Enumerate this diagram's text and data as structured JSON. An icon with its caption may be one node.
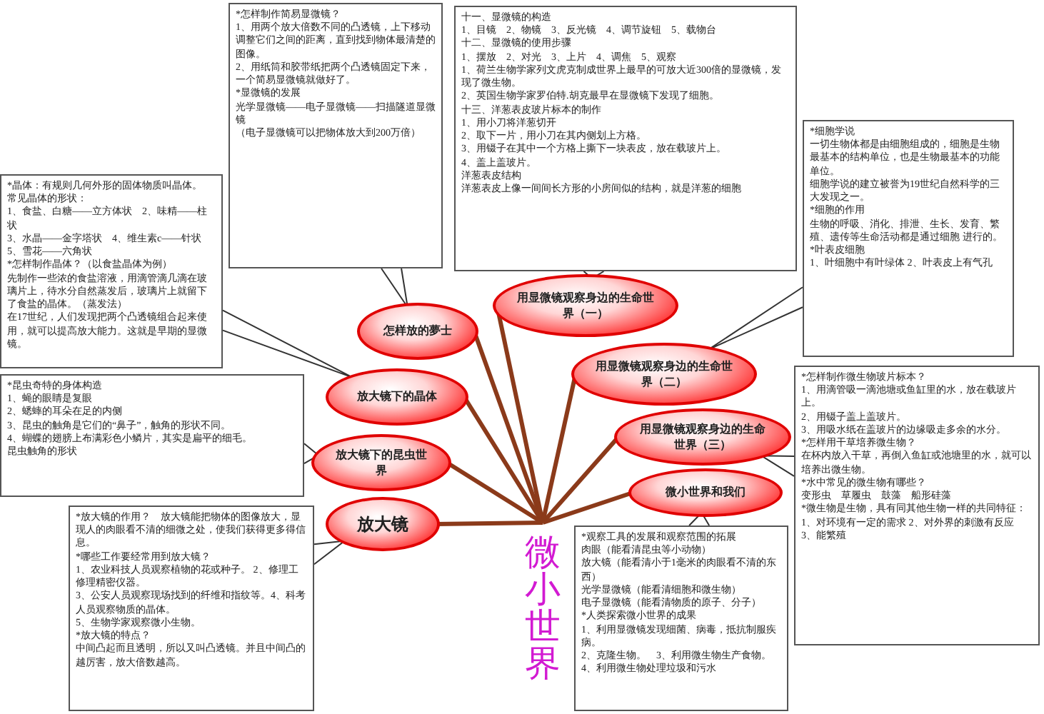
{
  "diagram": {
    "nodes": [
      {
        "text": [
          "微小世界"
        ]
      },
      {
        "text": [
          "怎样放的夢士"
        ]
      },
      {
        "text": [
          "放大镜下的晶体"
        ]
      },
      {
        "text": [
          "放大镜下的昆虫世界"
        ]
      },
      {
        "text": [
          "放大镜"
        ]
      },
      {
        "text": [
          "用显微镜观察身边的生命世界（一）"
        ]
      },
      {
        "text": [
          "用显微镜观察身边的生命世界（二）"
        ]
      },
      {
        "text": [
          "用显微镜观察身边的生命世界（三）"
        ]
      },
      {
        "text": [
          "微小世界和我们"
        ]
      },
      {
        "text": [
          "*怎样制作简易显微镜？",
          "1、用两个放大倍数不同的凸透镜，上下移动调整它们之间的距离，直到找到物体最清楚的图像。",
          "2、用纸筒和胶带纸把两个凸透镜固定下来，一个简易显微镜就做好了。",
          "*显微镜的发展",
          "光学显微镜——电子显微镜——扫描隧道显微镜",
          "（电子显微镜可以把物体放大到200万倍）"
        ]
      },
      {
        "text": [
          "*晶体：有规则几何外形的固体物质叫晶体。",
          "常见晶体的形状：",
          "1、食盐、白糖——立方体状　2、味精——柱状",
          "3、水晶——金字塔状　4、维生素c——针状",
          "5、雪花——六角状",
          "*怎样制作晶体？（以食盐晶体为例）",
          "先制作一些浓的食盐溶液，用滴管滴几滴在玻璃片上，待水分自然蒸发后，玻璃片上就留下了食盐的晶体。（蒸发法）",
          "在17世纪，人们发现把两个凸透镜组合起来使用，就可以提高放大能力。这就是早期的显微镜。"
        ]
      },
      {
        "text": [
          "*昆虫奇特的身体构造",
          "1、蝇的眼睛是复眼",
          "2、蟋蟀的耳朵在足的内侧",
          "3、昆虫的触角是它们的“鼻子”，触角的形状不同。",
          "4、蝴蝶的翅膀上布满彩色小鳞片，其实是扁平的细毛。",
          "昆虫触角的形状"
        ]
      },
      {
        "text": [
          "*放大镜的作用？　放大镜能把物体的图像放大，显现人的肉眼看不清的细微之处，使我们获得更多得信息。",
          "*哪些工作要经常用到放大镜？",
          "1、农业科技人员观察植物的花或种子。 2、修理工修理精密仪器。",
          "3、公安人员观察现场找到的纤维和指纹等。4、科考人员观察物质的晶体。",
          "5、生物学家观察微小生物。",
          "*放大镜的特点？",
          "中间凸起而且透明，所以又叫凸透镜。并且中间凸的越厉害，放大倍数越高。"
        ]
      },
      {
        "text": [
          "十一、显微镜的构造",
          "1、目镜　2、物镜　3、反光镜　4、调节旋钮　5、载物台",
          "十二、显微镜的使用步骤",
          "1、摆放　2、对光　3、上片　4、调焦　5、观察",
          "1、荷兰生物学家列文虎克制成世界上最早的可放大近300倍的显微镜，发现了微生物。",
          "2、英国生物学家罗伯特.胡克最早在显微镜下发现了细胞。",
          "十三、洋葱表皮玻片标本的制作",
          "1、用小刀将洋葱切开",
          "2、取下一片，用小刀在其内侧划上方格。",
          "3、用镊子在其中一个方格上撕下一块表皮，放在载玻片上。",
          "4、盖上盖玻片。",
          "洋葱表皮结构",
          "洋葱表皮上像一间间长方形的小房间似的结构，就是洋葱的细胞"
        ]
      },
      {
        "text": [
          "*细胞学说",
          "一切生物体都是由细胞组成的，细胞是生物最基本的结构单位，也是生物最基本的功能单位。",
          "细胞学说的建立被誉为19世纪自然科学的三大发现之一。",
          "*细胞的作用",
          "生物的呼吸、消化、排泄、生长、发育、繁殖、遗传等生命活动都是通过细胞 进行的。",
          "*叶表皮细胞",
          "1、叶细胞中有叶绿体 2、叶表皮上有气孔"
        ]
      },
      {
        "text": [
          "*怎样制作微生物玻片标本？",
          "1、用滴管吸一滴池塘或鱼缸里的水，放在载玻片上。",
          "2、用镊子盖上盖玻片。",
          "3、用吸水纸在盖玻片的边缘吸走多余的水分。",
          "*怎样用干草培养微生物？",
          "在杯内放入干草，再倒入鱼缸或池塘里的水，就可以培养出微生物。",
          "*水中常见的微生物有哪些？",
          "变形虫　草履虫　鼓藻　船形硅藻",
          "*微生物是生物，具有同其他生物一样的共同特征：",
          "1、对环境有一定的需求 2、对外界的刺激有反应　3、能繁殖"
        ]
      },
      {
        "text": [
          "*观察工具的发展和观察范围的拓展",
          "肉眼（能看清昆虫等小动物）",
          "放大镜（能看清小于1毫米的肉眼看不清的东西）",
          "光学显微镜（能看清细胞和微生物）",
          "电子显微镜（能看清物质的原子、分子）",
          "*人类探索微小世界的成果",
          "1、利用显微镜发现细菌、病毒，抵抗制服疾病。",
          "2、克隆生物。　3、利用微生物生产食物。",
          "4、利用微生物处理垃圾和污水"
        ]
      }
    ],
    "edges": [
      {
        "from": 0,
        "to": 1,
        "arrow": "none",
        "style": "thick",
        "color": "#8b3a1a"
      },
      {
        "from": 0,
        "to": 2,
        "arrow": "none",
        "style": "thick",
        "color": "#8b3a1a"
      },
      {
        "from": 0,
        "to": 3,
        "arrow": "none",
        "style": "thick",
        "color": "#8b3a1a"
      },
      {
        "from": 0,
        "to": 4,
        "arrow": "none",
        "style": "thick",
        "color": "#8b3a1a"
      },
      {
        "from": 0,
        "to": 5,
        "arrow": "none",
        "style": "thick",
        "color": "#8b3a1a"
      },
      {
        "from": 0,
        "to": 6,
        "arrow": "none",
        "style": "thick",
        "color": "#8b3a1a"
      },
      {
        "from": 0,
        "to": 7,
        "arrow": "none",
        "style": "thick",
        "color": "#8b3a1a"
      },
      {
        "from": 0,
        "to": 8,
        "arrow": "none",
        "style": "thick",
        "color": "#8b3a1a"
      },
      {
        "from": 9,
        "to": 1,
        "arrow": "none"
      },
      {
        "from": 10,
        "to": 2,
        "arrow": "none"
      },
      {
        "from": 11,
        "to": 3,
        "arrow": "none"
      },
      {
        "from": 12,
        "to": 4,
        "arrow": "none"
      },
      {
        "from": 13,
        "to": 5,
        "arrow": "none"
      },
      {
        "from": 14,
        "to": 6,
        "arrow": "none"
      },
      {
        "from": 15,
        "to": 7,
        "arrow": "none"
      },
      {
        "from": 16,
        "to": 8,
        "arrow": "none"
      }
    ]
  }
}
